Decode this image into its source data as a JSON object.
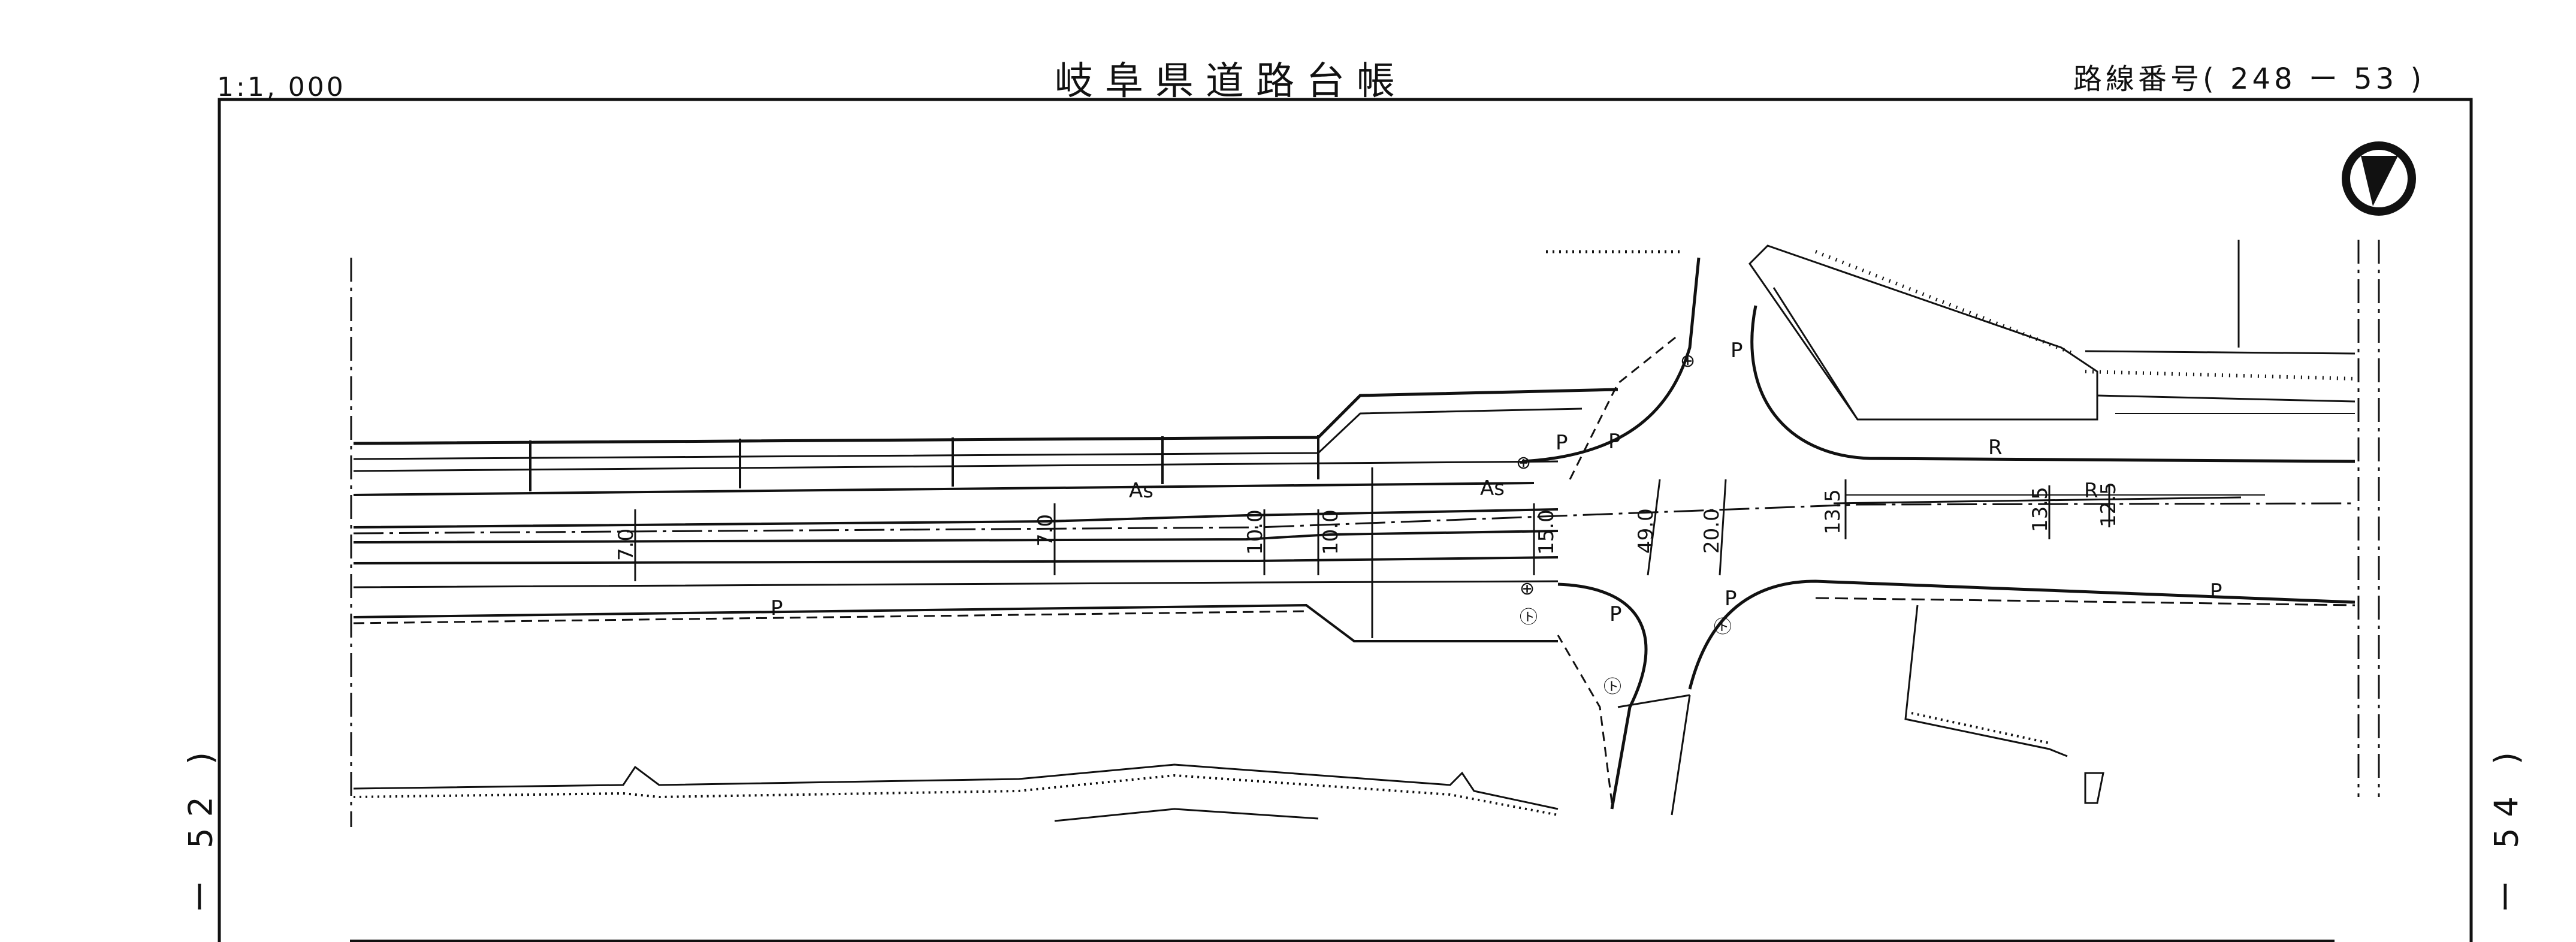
{
  "sheet": {
    "scale": "1:1, 000",
    "title": "岐阜県道路台帳",
    "route_number": "路線番号( 248 ー 53 )",
    "adjacent_left": "ー 52 )",
    "adjacent_right": "ー 54 )"
  },
  "map": {
    "north_arrow_icon": "north-arrow-icon",
    "labels": {
      "surface_1": "As",
      "surface_2": "As",
      "w_1": "7.0",
      "w_2": "7.0",
      "w_3": "10.0",
      "w_4": "10.0",
      "w_5": "15.0",
      "w_6": "49.0",
      "w_7": "20.0",
      "w_8": "13.5",
      "w_9": "13.5",
      "w_10": "12.5",
      "p_1": "P",
      "p_2": "P",
      "p_3": "P",
      "p_4": "P",
      "p_5": "P",
      "p_6": "P",
      "p_7": "P",
      "r_1": "R",
      "r_2": "R",
      "mh_1": "⊕",
      "mh_2": "⊕",
      "mh_3": "⊕",
      "t_1": "㋣",
      "t_2": "㋣",
      "t_3": "㋣"
    }
  }
}
